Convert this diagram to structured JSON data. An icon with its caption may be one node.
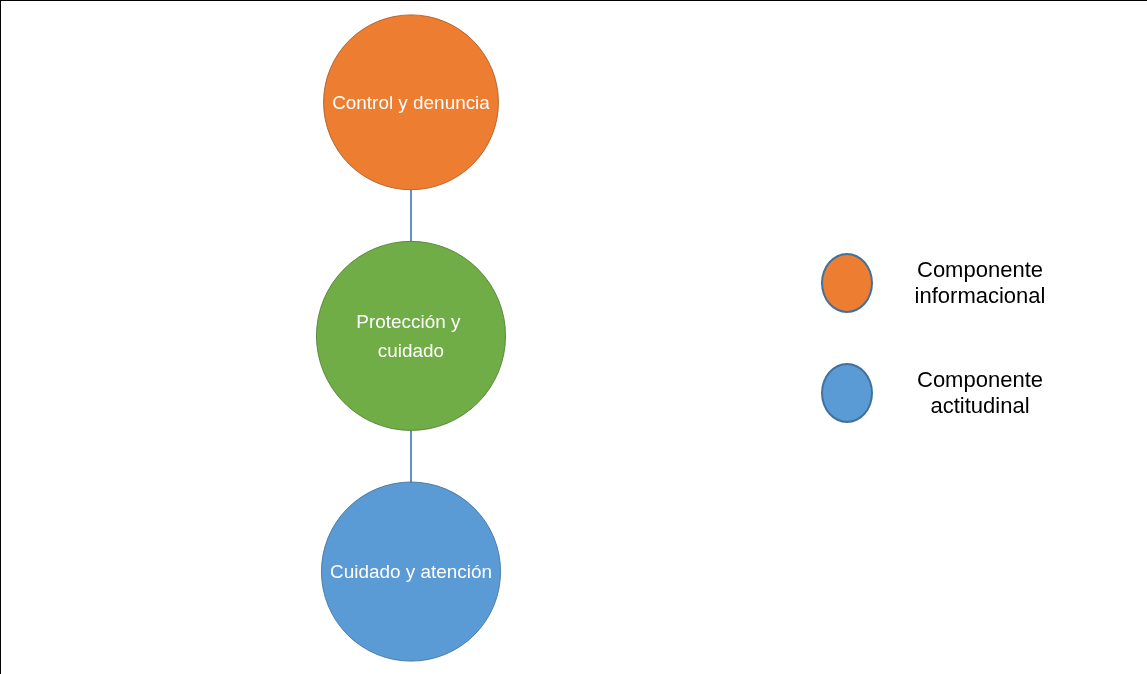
{
  "diagram": {
    "nodes": [
      {
        "text": [
          "Control y denuncia"
        ]
      },
      {
        "text": [
          "Protección y cuidado"
        ]
      },
      {
        "text": [
          "Cuidado y atención"
        ]
      }
    ],
    "edges": [
      {
        "from": 0,
        "to": 1,
        "arrow": "none"
      },
      {
        "from": 1,
        "to": 2,
        "arrow": "none"
      }
    ],
    "legend": [
      {
        "text": "Componente informacional",
        "color": "#ed7d31"
      },
      {
        "text": "Componente actitudinal",
        "color": "#5b9bd5"
      }
    ]
  }
}
